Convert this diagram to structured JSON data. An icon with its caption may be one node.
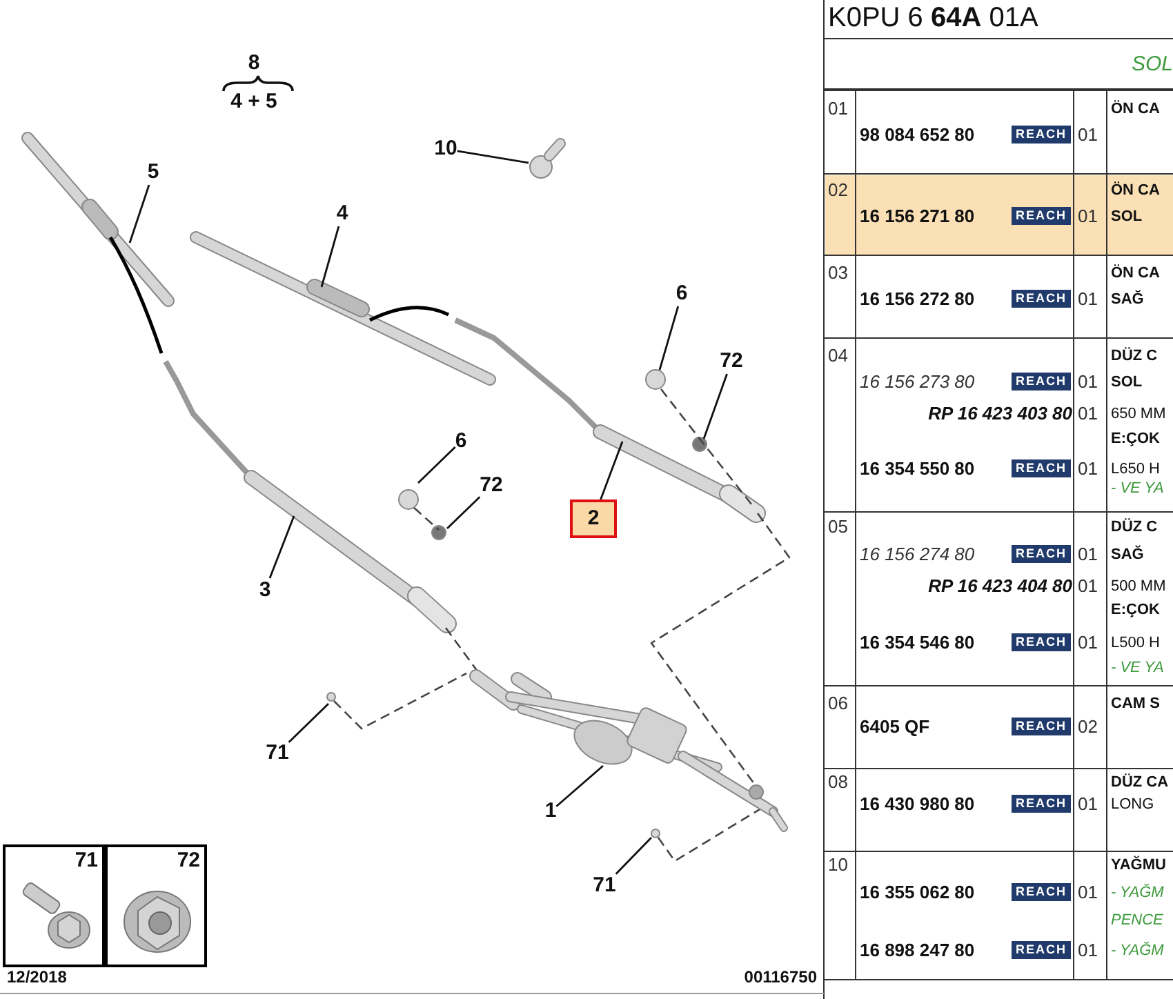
{
  "diagram": {
    "nodes": [
      {
        "text": [
          "10"
        ]
      },
      {
        "text": [
          "5"
        ]
      },
      {
        "text": [
          "4"
        ]
      },
      {
        "text": [
          "6"
        ]
      },
      {
        "text": [
          "72"
        ]
      },
      {
        "text": [
          "6"
        ]
      },
      {
        "text": [
          "72"
        ]
      },
      {
        "text": [
          "2"
        ]
      },
      {
        "text": [
          "3"
        ]
      },
      {
        "text": [
          "71"
        ]
      },
      {
        "text": [
          "1"
        ]
      },
      {
        "text": [
          "71"
        ]
      },
      {
        "text": [
          "71"
        ]
      },
      {
        "text": [
          "72"
        ]
      }
    ],
    "edges": [
      {
        "from": 0,
        "to": null,
        "arrow": "none"
      },
      {
        "from": 1,
        "to": null,
        "arrow": "none"
      },
      {
        "from": 2,
        "to": null,
        "arrow": "none"
      },
      {
        "from": 3,
        "to": null,
        "arrow": "none"
      },
      {
        "from": 4,
        "to": null,
        "arrow": "none"
      },
      {
        "from": 5,
        "to": null,
        "arrow": "none"
      },
      {
        "from": 6,
        "to": null,
        "arrow": "none"
      },
      {
        "from": 7,
        "to": null,
        "arrow": "none"
      },
      {
        "from": 8,
        "to": null,
        "arrow": "none"
      },
      {
        "from": 9,
        "to": null,
        "arrow": "none"
      },
      {
        "from": 10,
        "to": null,
        "arrow": "none"
      },
      {
        "from": 11,
        "to": null,
        "arrow": "none"
      }
    ],
    "labels": [
      "8",
      "4 + 5",
      "12/2018",
      "00116750",
      "K0PU 6 **64A** 01A",
      "SOL",
      "01",
      "98 084 652 80",
      "REACH",
      "01",
      "ÖN CA",
      "02",
      "16 156 271 80",
      "REACH",
      "01",
      "ÖN CA",
      "SOL",
      "03",
      "16 156 272 80",
      "REACH",
      "01",
      "ÖN CA",
      "SAĞ",
      "04",
      "16 156 273 80",
      "REACH",
      "01",
      "DÜZ C",
      "SOL",
      "RP 16 423 403 80",
      "01",
      "650 MM",
      "E:ÇOK",
      "16 354 550 80",
      "REACH",
      "01",
      "L650 H",
      "- VE YA",
      "05",
      "16 156 274 80",
      "REACH",
      "01",
      "DÜZ C",
      "SAĞ",
      "RP 16 423 404 80",
      "01",
      "500 MM",
      "E:ÇOK",
      "16 354 546 80",
      "REACH",
      "01",
      "L500 H",
      "- VE YA",
      "06",
      "6405 QF",
      "REACH",
      "02",
      "CAM S",
      "08",
      "16 430 980 80",
      "REACH",
      "01",
      "DÜZ CA",
      "LONG",
      "10",
      "16 355 062 80",
      "REACH",
      "01",
      "YAĞMU",
      "- YAĞM",
      "PENCE",
      "16 898 247 80",
      "REACH",
      "01",
      "- YAĞM"
    ]
  }
}
